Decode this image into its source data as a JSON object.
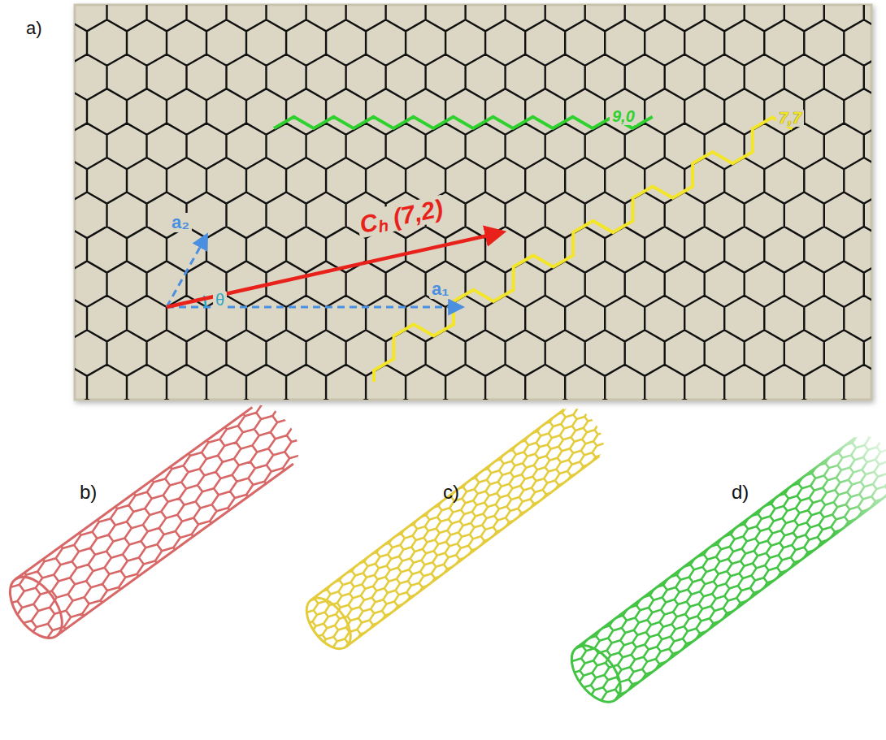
{
  "diagram": {
    "labels": [
      "a)",
      "9,0",
      "7,7",
      "Cₕ (7,2)",
      "a₂",
      "a₁",
      "θ",
      "b)",
      "c)",
      "d)"
    ]
  }
}
